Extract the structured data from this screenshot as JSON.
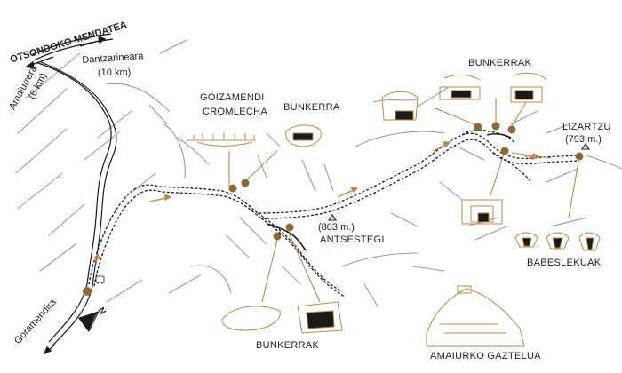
{
  "map": {
    "pass_name": "OTSONDOKO MENDATEA",
    "road_east": "Dantzarineara",
    "road_east_dist": "(10 km)",
    "road_west": "Amaiurrera",
    "road_west_dist": "(6 km)",
    "road_south": "Goramendira",
    "compass": "N",
    "labels": {
      "goizamendi": "GOIZAMENDI",
      "cromlecha": "CROMLECHA",
      "bunkerra": "BUNKERRA",
      "bunkerrak_top": "BUNKERRAK",
      "lizartzu": "LIZARTZU",
      "lizartzu_alt": "(793 m.)",
      "antsestegi_alt": "(803 m.)",
      "antsestegi": "ANTSESTEGI",
      "babeslekuak": "BABESLEKUAK",
      "bunkerrak_bottom": "BUNKERRAK",
      "amaiurko": "AMAIURKO GAZTELUA"
    },
    "colors": {
      "ink": "#1a1a1a",
      "contour": "#9a9a9a",
      "accent": "#b8894a",
      "point": "#8a6a3a"
    }
  }
}
